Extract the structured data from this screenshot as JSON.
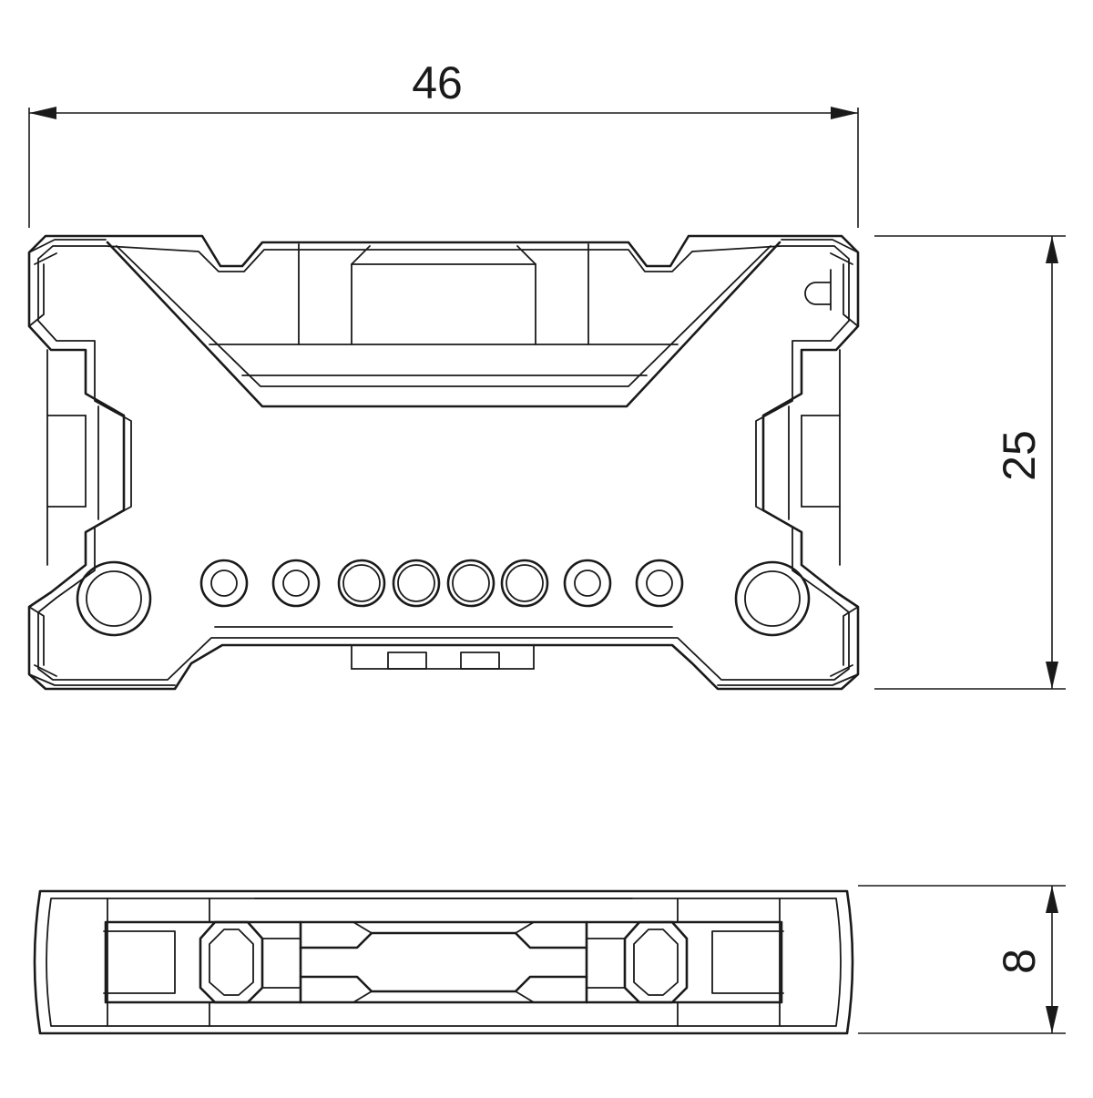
{
  "dimensions": {
    "width": "46",
    "height": "25",
    "thickness": "8"
  },
  "views": {
    "top": {
      "connector_holes": 8,
      "mounting_holes": 2
    },
    "side": {}
  },
  "colors": {
    "line": "#1a1a1a",
    "background": "#ffffff"
  }
}
